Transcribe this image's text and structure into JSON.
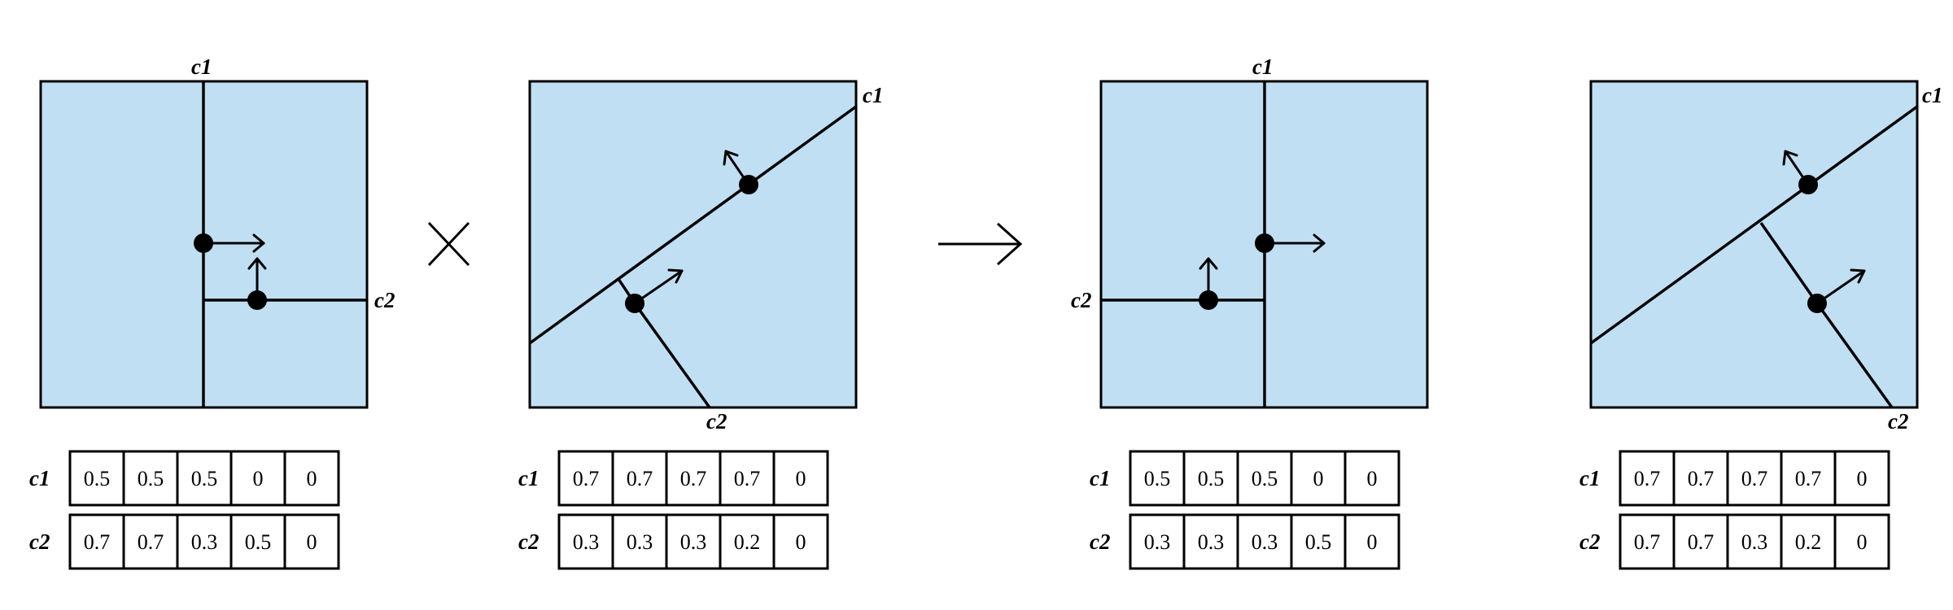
{
  "operators": {
    "cross": "cross-operator",
    "arrow": "result-arrow"
  },
  "colors": {
    "panel_fill": "#c0dff3",
    "stroke": "#000000"
  },
  "panels": [
    {
      "id": "parent-1",
      "labels": {
        "c1": "c1",
        "c2": "c2"
      },
      "rows": [
        {
          "label": "c1",
          "cells": [
            "0.5",
            "0.5",
            "0.5",
            "0",
            "0"
          ]
        },
        {
          "label": "c2",
          "cells": [
            "0.7",
            "0.7",
            "0.3",
            "0.5",
            "0"
          ]
        }
      ]
    },
    {
      "id": "parent-2",
      "labels": {
        "c1": "c1",
        "c2": "c2"
      },
      "rows": [
        {
          "label": "c1",
          "cells": [
            "0.7",
            "0.7",
            "0.7",
            "0.7",
            "0"
          ]
        },
        {
          "label": "c2",
          "cells": [
            "0.3",
            "0.3",
            "0.3",
            "0.2",
            "0"
          ]
        }
      ]
    },
    {
      "id": "child-1",
      "labels": {
        "c1": "c1",
        "c2": "c2"
      },
      "rows": [
        {
          "label": "c1",
          "cells": [
            "0.5",
            "0.5",
            "0.5",
            "0",
            "0"
          ]
        },
        {
          "label": "c2",
          "cells": [
            "0.3",
            "0.3",
            "0.3",
            "0.5",
            "0"
          ]
        }
      ]
    },
    {
      "id": "child-2",
      "labels": {
        "c1": "c1",
        "c2": "c2"
      },
      "rows": [
        {
          "label": "c1",
          "cells": [
            "0.7",
            "0.7",
            "0.7",
            "0.7",
            "0"
          ]
        },
        {
          "label": "c2",
          "cells": [
            "0.7",
            "0.7",
            "0.3",
            "0.2",
            "0"
          ]
        }
      ]
    }
  ]
}
